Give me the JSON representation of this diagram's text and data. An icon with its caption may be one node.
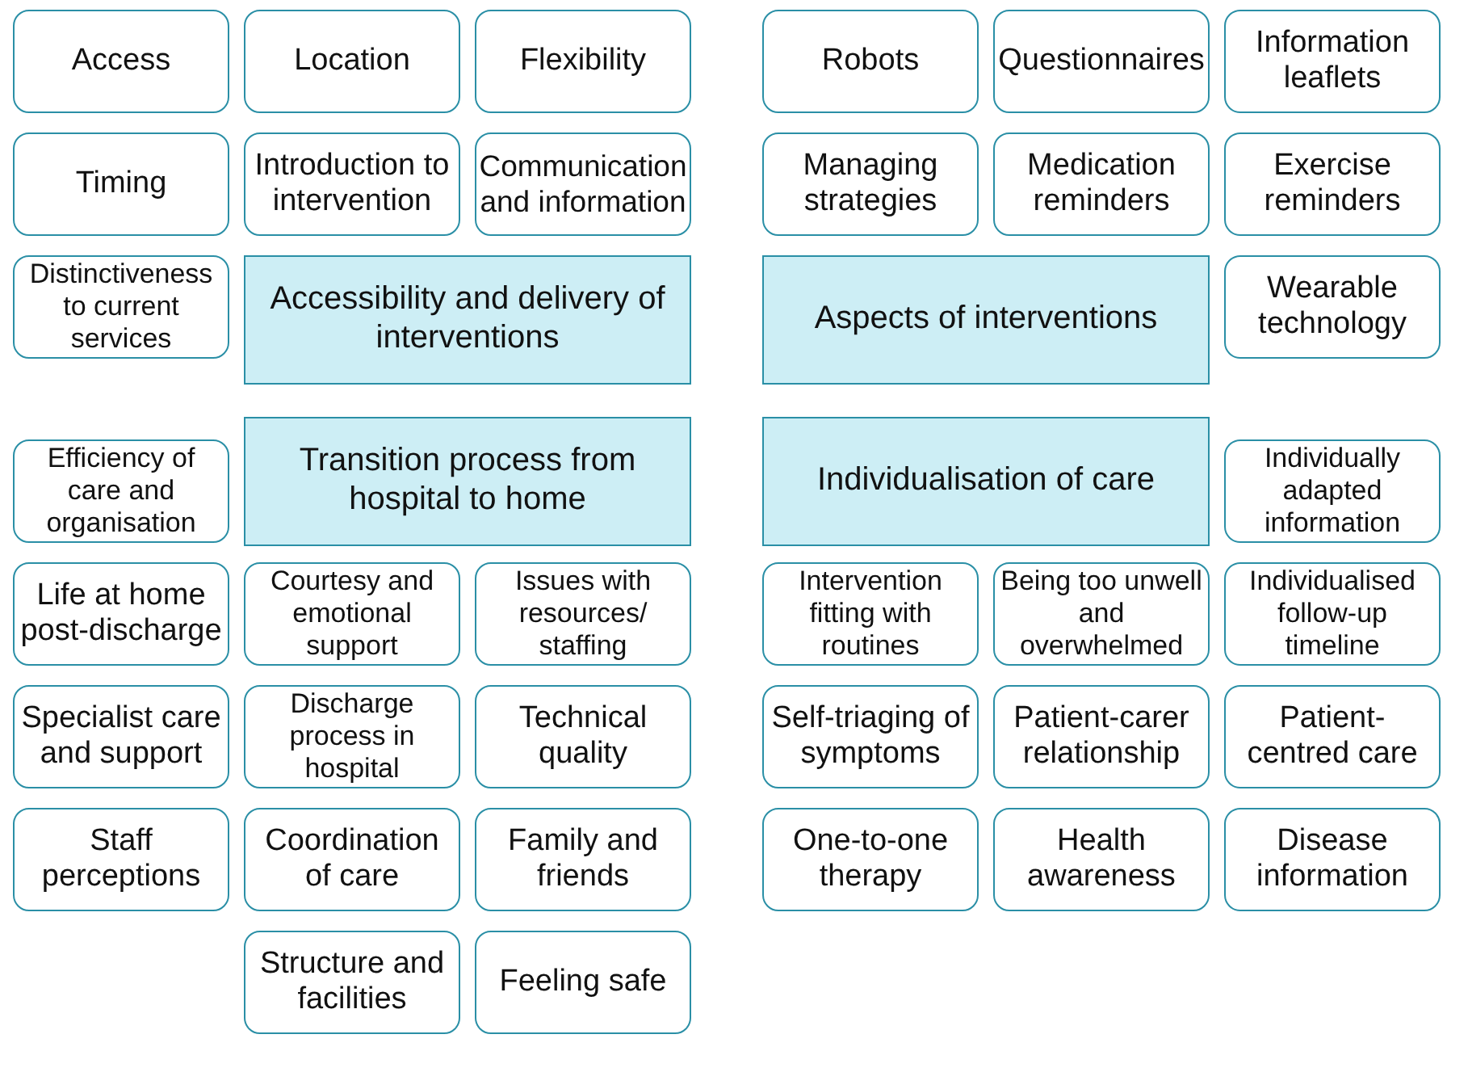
{
  "diagram": {
    "nodes": [
      {
        "text": [
          "Access"
        ]
      },
      {
        "text": [
          "Location"
        ]
      },
      {
        "text": [
          "Flexibility"
        ]
      },
      {
        "text": [
          "Robots"
        ]
      },
      {
        "text": [
          "Questionnaires"
        ]
      },
      {
        "text": [
          "Information leaflets"
        ]
      },
      {
        "text": [
          "Timing"
        ]
      },
      {
        "text": [
          "Introduction to intervention"
        ]
      },
      {
        "text": [
          "Communication and information"
        ]
      },
      {
        "text": [
          "Managing strategies"
        ]
      },
      {
        "text": [
          "Medication reminders"
        ]
      },
      {
        "text": [
          "Exercise reminders"
        ]
      },
      {
        "text": [
          "Distinctiveness to current services"
        ]
      },
      {
        "text": [
          "Accessibility and delivery of interventions"
        ]
      },
      {
        "text": [
          "Aspects of interventions"
        ]
      },
      {
        "text": [
          "Wearable technology"
        ]
      },
      {
        "text": [
          "Efficiency of care and organisation"
        ]
      },
      {
        "text": [
          "Transition process from hospital to home"
        ]
      },
      {
        "text": [
          "Individualisation of care"
        ]
      },
      {
        "text": [
          "Individually adapted information"
        ]
      },
      {
        "text": [
          "Life at home post-discharge"
        ]
      },
      {
        "text": [
          "Courtesy and emotional support"
        ]
      },
      {
        "text": [
          "Issues with resources/ staffing"
        ]
      },
      {
        "text": [
          "Intervention fitting with routines"
        ]
      },
      {
        "text": [
          "Being too unwell and overwhelmed"
        ]
      },
      {
        "text": [
          "Individualised follow-up timeline"
        ]
      },
      {
        "text": [
          "Specialist care and support"
        ]
      },
      {
        "text": [
          "Discharge process in hospital"
        ]
      },
      {
        "text": [
          "Technical quality"
        ]
      },
      {
        "text": [
          "Self-triaging of symptoms"
        ]
      },
      {
        "text": [
          "Patient-carer relationship"
        ]
      },
      {
        "text": [
          "Patient-centred care"
        ]
      },
      {
        "text": [
          "Staff perceptions"
        ]
      },
      {
        "text": [
          "Coordination of care"
        ]
      },
      {
        "text": [
          "Family and friends"
        ]
      },
      {
        "text": [
          "One-to-one therapy"
        ]
      },
      {
        "text": [
          "Health awareness"
        ]
      },
      {
        "text": [
          "Disease information"
        ]
      },
      {
        "text": [
          "Structure and facilities"
        ]
      },
      {
        "text": [
          "Feeling safe"
        ]
      }
    ]
  }
}
